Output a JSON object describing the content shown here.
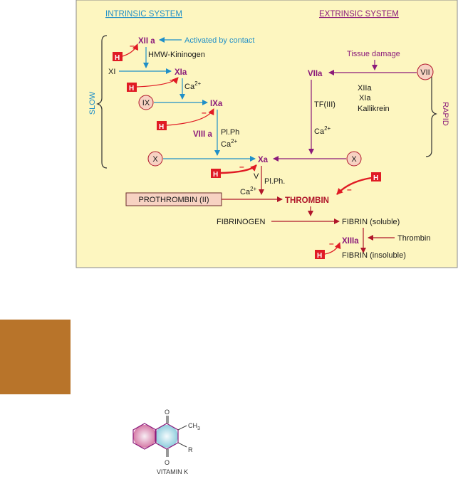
{
  "colors": {
    "panel_bg": "#fdf6c0",
    "panel_border": "#8a8a8a",
    "intrinsic": "#1f8fc8",
    "extrinsic": "#8b1a7a",
    "common": "#b0162a",
    "inhibitor": "#e01b24",
    "circle_fill": "#f7d2c2",
    "side_block": "#b8742a"
  },
  "headers": {
    "intrinsic": "INTRINSIC SYSTEM",
    "extrinsic": "EXTRINSIC SYSTEM"
  },
  "side_labels": {
    "slow": "SLOW",
    "rapid": "RAPID"
  },
  "inhibitor": {
    "letter": "H",
    "sign": "–"
  },
  "intrinsic": {
    "xiia": "XII a",
    "activated": "Activated by contact",
    "hmw": "HMW-Kininogen",
    "xi": "XI",
    "xia": "XIa",
    "ca1": "Ca",
    "ca1_sup": "2+",
    "ix": "IX",
    "ixa": "IXa",
    "viiia": "VIII a",
    "plph": "Pl.Ph",
    "ca2": "Ca",
    "ca2_sup": "2+",
    "x": "X"
  },
  "extrinsic": {
    "tissue": "Tissue damage",
    "viia": "VIIa",
    "vii": "VII",
    "tf": "TF(III)",
    "ca": "Ca",
    "ca_sup": "2+",
    "list": [
      "XIIa",
      "XIa",
      "Kallikrein"
    ],
    "x": "X"
  },
  "common": {
    "xa": "Xa",
    "v": "V",
    "plph": "Pl.Ph.",
    "ca": "Ca",
    "ca_sup": "2+",
    "prothrombin": "PROTHROMBIN (II)",
    "thrombin": "THROMBIN",
    "fibrinogen": "FIBRINOGEN",
    "fibrin_soluble": "FIBRIN (soluble)",
    "xiiia": "XIIIa",
    "thrombin_small": "Thrombin",
    "fibrin_insoluble": "FIBRIN (insoluble)"
  },
  "vitamin_k": {
    "o_top": "O",
    "ch3": "CH",
    "ch3_sub": "3",
    "r": "R",
    "o_bottom": "O",
    "label": "VITAMIN K"
  }
}
